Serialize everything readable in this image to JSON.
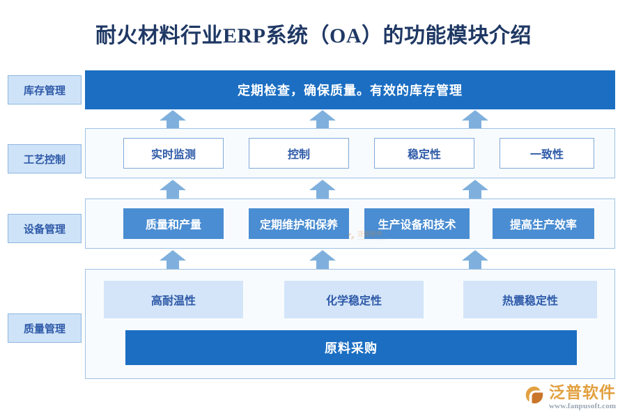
{
  "title": "耐火材料行业ERP系统（OA）的功能模块介绍",
  "colors": {
    "title_text": "#1f3864",
    "bar_blue": "#1b6ec2",
    "box_blue": "#4a8dd2",
    "pale_blue": "#d4e5f9",
    "label_blue": "#cfe3f8",
    "border_blue": "#9bc2e6",
    "arrow_blue": "#7fb0dd",
    "text_blue": "#2e5aa8",
    "brand_orange": "#e2a03f"
  },
  "stage_labels": [
    {
      "text": "库存管理"
    },
    {
      "text": "工艺控制"
    },
    {
      "text": "设备管理"
    },
    {
      "text": "质量管理"
    }
  ],
  "rows": {
    "inventory": {
      "bar_text": "定期检查，确保质量。有效的库存管理"
    },
    "process": {
      "boxes": [
        {
          "text": "实时监测"
        },
        {
          "text": "控制"
        },
        {
          "text": "稳定性"
        },
        {
          "text": "一致性"
        }
      ]
    },
    "equipment": {
      "boxes": [
        {
          "text": "质量和产量"
        },
        {
          "text": "定期维护和保养"
        },
        {
          "text": "生产设备和技术"
        },
        {
          "text": "提高生产效率"
        }
      ]
    },
    "quality": {
      "boxes": [
        {
          "text": "高耐温性"
        },
        {
          "text": "化学稳定性"
        },
        {
          "text": "热震稳定性"
        }
      ],
      "bar_text": "原料采购"
    }
  },
  "arrows": {
    "icon": "arrow-up-icon",
    "count_per_gap": 3
  },
  "watermark": {
    "text": "泛普软件",
    "sub": "FANPU SOFTWARE"
  },
  "brand": {
    "mark": "fanpu-logo-icon",
    "name": "泛普软件",
    "url": "www.fanpusoft.com"
  }
}
